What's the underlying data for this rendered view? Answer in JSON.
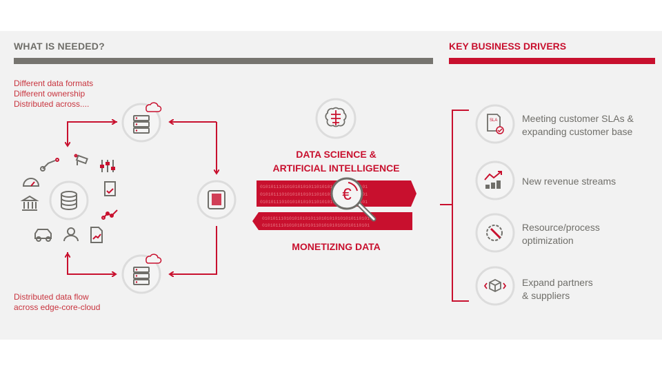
{
  "left": {
    "heading": "WHAT IS NEEDED?",
    "notes_top": [
      "Different data formats",
      "Different ownership",
      "Distributed across...."
    ],
    "notes_bottom": [
      "Distributed data flow",
      "across edge-core-cloud"
    ]
  },
  "center": {
    "title_line1": "DATA SCIENCE &",
    "title_line2": "ARTIFICIAL INTELLIGENCE",
    "subtitle": "MONETIZING DATA",
    "currency_symbol": "€",
    "binary": "0101011101010101010110101010101010110101"
  },
  "right": {
    "heading": "KEY BUSINESS DRIVERS",
    "drivers": [
      {
        "line1": "Meeting customer SLAs &",
        "line2": "expanding customer base",
        "icon": "sla-document-icon"
      },
      {
        "line1": "New revenue streams",
        "line2": "",
        "icon": "growth-chart-icon"
      },
      {
        "line1": "Resource/process",
        "line2": "optimization",
        "icon": "gear-wrench-icon"
      },
      {
        "line1": "Expand partners",
        "line2": "& suppliers",
        "icon": "cube-icon"
      }
    ],
    "sla_label": "SLA"
  },
  "colors": {
    "red": "#c8102e",
    "gray": "#6f6e69",
    "background": "#f2f2f2"
  }
}
